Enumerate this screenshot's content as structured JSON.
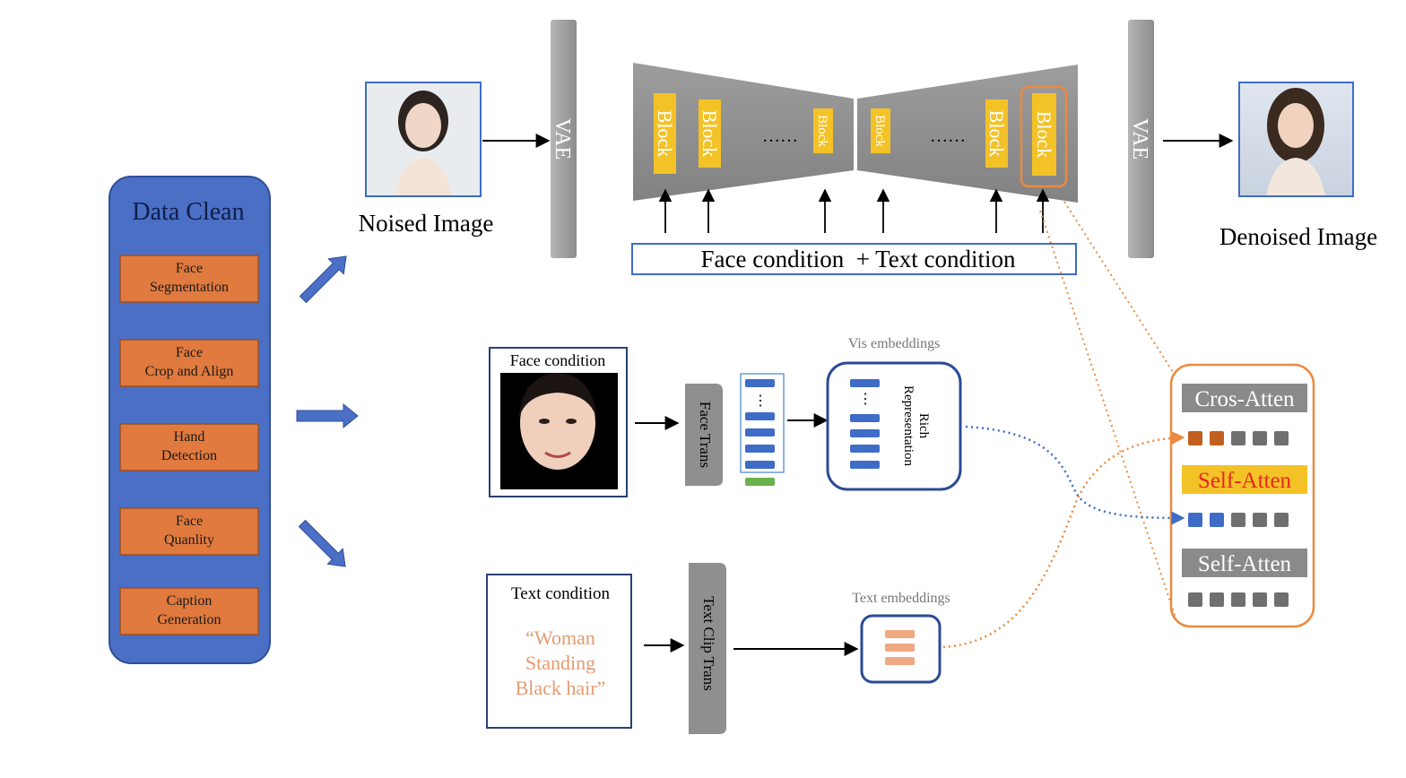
{
  "data_clean": {
    "title": "Data Clean",
    "steps": [
      [
        "Face",
        "Segmentation"
      ],
      [
        "Face",
        "Crop and Align"
      ],
      [
        "Hand",
        "Detection"
      ],
      [
        "Face",
        "Quanlity"
      ],
      [
        "Caption",
        "Generation"
      ]
    ]
  },
  "pipeline": {
    "noised_label": "Noised Image",
    "denoised_label": "Denoised Image",
    "vae_label": "VAE",
    "block_label": "Block",
    "ellipsis": "……",
    "condition_bar": "Face condition  + Text condition"
  },
  "face_branch": {
    "title": "Face condition",
    "encoder_label": "Face Trans",
    "vis_label": "Vis embeddings",
    "rich_label": [
      "Rich",
      "Representation"
    ]
  },
  "text_branch": {
    "title": "Text condition",
    "prompt_lines": [
      "“Woman",
      "Standing",
      "Black hair”"
    ],
    "encoder_label": "Text Clip Trans",
    "text_emb_label": "Text embeddings"
  },
  "attention": {
    "cross_label": "Cros-Atten",
    "self_label_1": "Self-Atten",
    "self_label_2": "Self-Atten"
  },
  "colors": {
    "blue_panel": "#4a6fc4",
    "orange_step": "#e07a3e",
    "block_yellow": "#f3c227",
    "unet_gray": "#959595",
    "token_blue": "#3f6cc7",
    "token_orange": "#c05f1f",
    "token_gray": "#6f6f6f",
    "frame_orange": "#ea8a3f",
    "text_orange": "#e59a6f",
    "red_text": "#e8261f"
  }
}
